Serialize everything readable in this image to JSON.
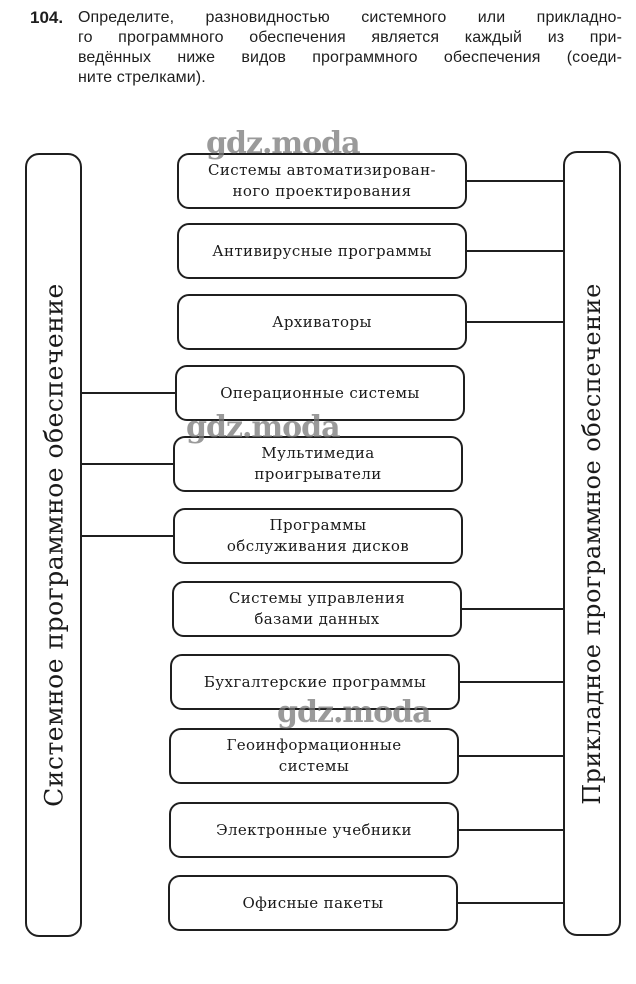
{
  "task": {
    "number": "104.",
    "lines": [
      "Определите, разновидностью системного или прикладно-",
      "го программного обеспечения является каждый из при-",
      "ведённых ниже видов программного обеспечения (соеди-",
      "ните стрелками)."
    ]
  },
  "diagram": {
    "left_category": "Системное программное обеспечение",
    "right_category": "Прикладное программное обеспечение",
    "items": [
      {
        "lines": [
          "Системы автоматизирован-",
          "ного проектирования"
        ],
        "connected_to": "right"
      },
      {
        "lines": [
          "Антивирусные программы"
        ],
        "connected_to": "right"
      },
      {
        "lines": [
          "Архиваторы"
        ],
        "connected_to": "right"
      },
      {
        "lines": [
          "Операционные системы"
        ],
        "connected_to": "left"
      },
      {
        "lines": [
          "Мультимедиа",
          "проигрыватели"
        ],
        "connected_to": "left"
      },
      {
        "lines": [
          "Программы",
          "обслуживания дисков"
        ],
        "connected_to": "left"
      },
      {
        "lines": [
          "Системы управления",
          "базами данных"
        ],
        "connected_to": "right"
      },
      {
        "lines": [
          "Бухгалтерские программы"
        ],
        "connected_to": "right"
      },
      {
        "lines": [
          "Геоинформационные",
          "системы"
        ],
        "connected_to": "right"
      },
      {
        "lines": [
          "Электронные учебники"
        ],
        "connected_to": "right"
      },
      {
        "lines": [
          "Офисные пакеты"
        ],
        "connected_to": "right"
      }
    ]
  },
  "watermark": "gdz.moda"
}
